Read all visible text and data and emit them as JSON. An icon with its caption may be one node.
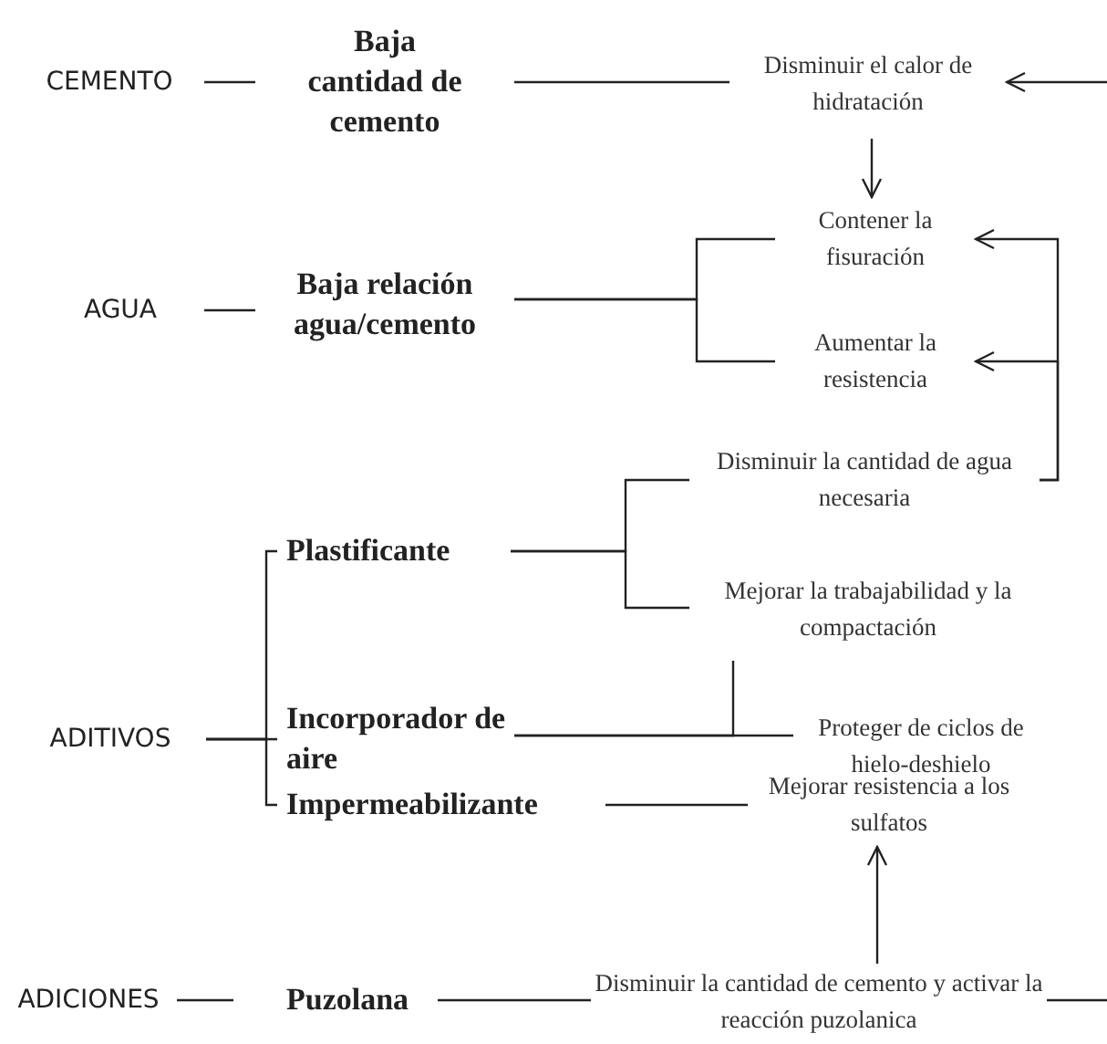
{
  "diagram": {
    "nodes": [
      {
        "text": [
          "CEMENTO"
        ]
      },
      {
        "text": [
          "Baja cantidad de cemento"
        ]
      },
      {
        "text": [
          "Disminuir el calor de hidratación"
        ]
      },
      {
        "text": [
          "AGUA"
        ]
      },
      {
        "text": [
          "Baja relación agua/cemento"
        ]
      },
      {
        "text": [
          "Contener la fisuración"
        ]
      },
      {
        "text": [
          "Aumentar la resistencia"
        ]
      },
      {
        "text": [
          "Disminuir la cantidad de agua necesaria"
        ]
      },
      {
        "text": [
          "ADITIVOS"
        ]
      },
      {
        "text": [
          "Plastificante"
        ]
      },
      {
        "text": [
          "Mejorar la trabajabilidad y la compactación"
        ]
      },
      {
        "text": [
          "Incorporador de aire"
        ]
      },
      {
        "text": [
          "Proteger de ciclos de hielo-deshielo"
        ]
      },
      {
        "text": [
          "Impermeabilizante"
        ]
      },
      {
        "text": [
          "Mejorar resistencia a los sulfatos"
        ]
      },
      {
        "text": [
          "ADICIONES"
        ]
      },
      {
        "text": [
          "Puzolana"
        ]
      },
      {
        "text": [
          "Disminuir la cantidad de cemento y activar la reacción puzolanica"
        ]
      }
    ],
    "edges": [
      {
        "from": 0,
        "to": 1,
        "arrow": "none"
      },
      {
        "from": 1,
        "to": 2,
        "arrow": "none"
      },
      {
        "from": null,
        "to": 2,
        "arrow": "to"
      },
      {
        "from": 2,
        "to": 5,
        "arrow": "to"
      },
      {
        "from": 3,
        "to": 4,
        "arrow": "none"
      },
      {
        "from": 4,
        "to": 5,
        "arrow": "none"
      },
      {
        "from": 4,
        "to": 6,
        "arrow": "none"
      },
      {
        "from": 7,
        "to": 5,
        "arrow": "to"
      },
      {
        "from": 7,
        "to": 6,
        "arrow": "to"
      },
      {
        "from": 8,
        "to": 9,
        "arrow": "none"
      },
      {
        "from": 8,
        "to": 11,
        "arrow": "none"
      },
      {
        "from": 8,
        "to": 13,
        "arrow": "none"
      },
      {
        "from": 9,
        "to": 7,
        "arrow": "none"
      },
      {
        "from": 9,
        "to": 10,
        "arrow": "none"
      },
      {
        "from": 11,
        "to": 12,
        "arrow": "none"
      },
      {
        "from": 11,
        "to": 10,
        "arrow": "none"
      },
      {
        "from": 13,
        "to": 14,
        "arrow": "none"
      },
      {
        "from": 15,
        "to": 16,
        "arrow": "none"
      },
      {
        "from": 16,
        "to": 17,
        "arrow": "none"
      },
      {
        "from": 17,
        "to": null,
        "arrow": "none"
      },
      {
        "from": 17,
        "to": 14,
        "arrow": "to"
      }
    ]
  }
}
